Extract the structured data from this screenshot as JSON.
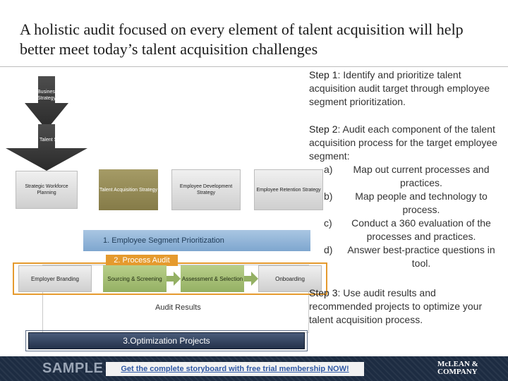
{
  "slide": {
    "title": "A holistic audit focused on every element of talent acquisition will help better meet today’s talent acquisition challenges"
  },
  "diagram": {
    "arrows": {
      "business_strategy": "Business Strategy",
      "talent_strategy": "Talent Strategy"
    },
    "row_boxes": {
      "strategic_workforce_planning": "Strategic Workforce Planning",
      "talent_acquisition_strategy": "Talent Acquisition Strategy",
      "employee_development_strategy": "Employee Development Strategy",
      "employee_retention_strategy": "Employee Retention Strategy"
    },
    "segment_band": "1. Employee Segment Prioritization",
    "process_audit_label": "2. Process Audit",
    "process_boxes": {
      "employer_branding": "Employer Branding",
      "sourcing_screening": "Sourcing & Screening",
      "assessment_selection": "Assessment & Selection",
      "onboarding": "Onboarding"
    },
    "audit_results": "Audit Results",
    "optimization_projects": "3.Optimization Projects"
  },
  "steps": {
    "step1_label": "Step 1",
    "step1_text": ": Identify and prioritize talent acquisition audit target through employee segment prioritization.",
    "step2_label": "Step 2",
    "step2_text": ": Audit each component of the talent acquisition process for the target employee segment:",
    "step2_items": [
      {
        "letter": "a)",
        "text": "Map out current processes and practices."
      },
      {
        "letter": "b)",
        "text": "Map people and technology to process."
      },
      {
        "letter": "c)",
        "text": "Conduct a 360 evaluation of the processes and practices."
      },
      {
        "letter": "d)",
        "text": "Answer best-practice questions in tool."
      }
    ],
    "step3_label": "Step 3",
    "step3_text": ": Use audit results and recommended projects to optimize your talent acquisition process."
  },
  "footer": {
    "sample": "SAMPLE",
    "cta": "Get the complete storyboard with free trial membership NOW!",
    "logo_line1": "McLEAN &",
    "logo_line2": "COMPANY"
  }
}
